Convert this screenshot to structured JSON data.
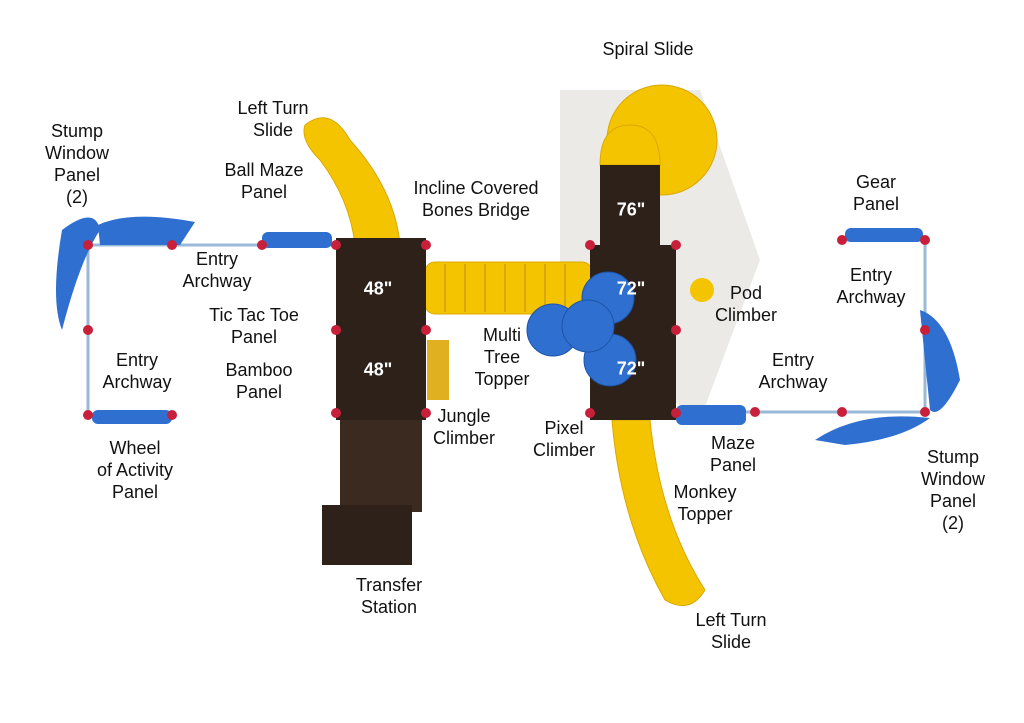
{
  "labels": {
    "spiral_slide": "Spiral Slide",
    "left_turn_slide_top": "Left Turn\nSlide",
    "stump_window_left": "Stump\nWindow\nPanel\n(2)",
    "ball_maze_panel": "Ball Maze\nPanel",
    "incline_bridge": "Incline Covered\nBones Bridge",
    "gear_panel": "Gear\nPanel",
    "entry_archway_1": "Entry\nArchway",
    "entry_archway_2": "Entry\nArchway",
    "pod_climber": "Pod\nClimber",
    "tic_tac_toe": "Tic Tac Toe\nPanel",
    "multi_tree_topper": "Multi\nTree\nTopper",
    "entry_archway_3": "Entry\nArchway",
    "entry_archway_4": "Entry\nArchway",
    "bamboo_panel": "Bamboo\nPanel",
    "jungle_climber": "Jungle\nClimber",
    "pixel_climber": "Pixel\nClimber",
    "maze_panel": "Maze\nPanel",
    "wheel_of_activity": "Wheel\nof Activity\nPanel",
    "stump_window_right": "Stump\nWindow\nPanel\n(2)",
    "monkey_topper": "Monkey\nTopper",
    "transfer_station": "Transfer\nStation",
    "left_turn_slide_bottom": "Left Turn\nSlide"
  },
  "deck_heights": {
    "left_upper": "48\"",
    "left_lower": "48\"",
    "right_top": "76\"",
    "right_upper": "72\"",
    "right_lower": "72\""
  },
  "colors": {
    "deck": "#2e2119",
    "slide": "#f5c400",
    "panel": "#2f6fd0",
    "post": "#c8203a"
  }
}
